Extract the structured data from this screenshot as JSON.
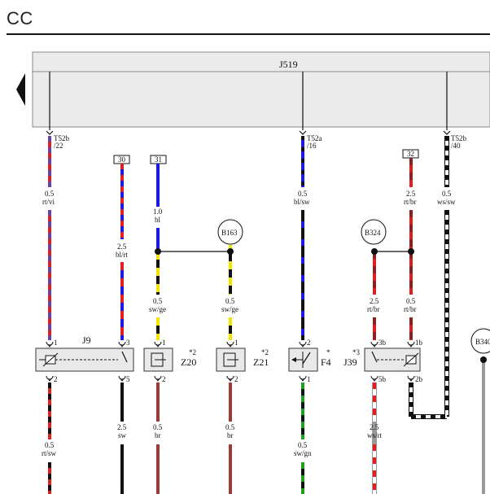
{
  "page": {
    "title": "CC"
  },
  "ecu": {
    "name": "J519"
  },
  "connectors": {
    "c1": {
      "name": "T52b",
      "pin": "/22"
    },
    "c2": {
      "name": "T52a",
      "pin": "/16"
    },
    "c3": {
      "name": "T52b",
      "pin": "/40"
    }
  },
  "terminals": {
    "t30": "30",
    "t31": "31",
    "t32": "32"
  },
  "wires": {
    "w1_top": {
      "size": "0.5",
      "color": "rt/vi",
      "colors": [
        "#e02020",
        "#6a3fb0"
      ]
    },
    "w2_top": {
      "size": "2.5",
      "color": "bl/rt",
      "colors": [
        "#1a1ae0",
        "#e02020"
      ]
    },
    "w3_top": {
      "size": "1.0",
      "color": "bl",
      "colors": [
        "#1a1ae0"
      ]
    },
    "w3_bot": {
      "size": "0.5",
      "color": "sw/ge",
      "colors": [
        "#111111",
        "#f2e600"
      ]
    },
    "w4": {
      "size": "0.5",
      "color": "sw/ge",
      "colors": [
        "#111111",
        "#f2e600"
      ]
    },
    "w5_top": {
      "size": "0.5",
      "color": "bl/sw",
      "colors": [
        "#1a1ae0",
        "#111111"
      ]
    },
    "w6": {
      "size": "2.5",
      "color": "rt/br",
      "colors": [
        "#e02020",
        "#8b2020"
      ]
    },
    "w7_top": {
      "size": "2.5",
      "color": "rt/br",
      "colors": [
        "#e02020",
        "#8b2020"
      ]
    },
    "w7_bot": {
      "size": "0.5",
      "color": "rt/br",
      "colors": [
        "#e02020",
        "#8b2020"
      ]
    },
    "w8": {
      "size": "0.5",
      "color": "ws/sw",
      "colors": [
        "#ffffff",
        "#111111"
      ]
    },
    "b1": {
      "size": "0.5",
      "color": "rt/sw",
      "colors": [
        "#e02020",
        "#111111"
      ]
    },
    "b2": {
      "size": "2.5",
      "color": "sw",
      "colors": [
        "#111111"
      ]
    },
    "b3": {
      "size": "0.5",
      "color": "br",
      "colors": [
        "#9b3a3a"
      ]
    },
    "b4": {
      "size": "0.5",
      "color": "br",
      "colors": [
        "#9b3a3a"
      ]
    },
    "b5": {
      "size": "0.5",
      "color": "sw/gn",
      "colors": [
        "#111111",
        "#1fa01f"
      ]
    },
    "b6": {
      "size": "2.5",
      "color": "ws/rt",
      "colors": [
        "#ffffff",
        "#e02020"
      ]
    },
    "b7": {
      "colors": [
        "#9a9a9a"
      ]
    }
  },
  "grounds": {
    "g1": "B163",
    "g2": "B324",
    "g3": "B340"
  },
  "components": {
    "j9": {
      "name": "J9"
    },
    "z20": {
      "name": "Z20",
      "note": "*2"
    },
    "z21": {
      "name": "Z21",
      "note": "*2"
    },
    "f4": {
      "name": "F4",
      "note": "*"
    },
    "j39": {
      "name": "J39",
      "note": "*3"
    }
  },
  "pins": {
    "j9_1": "1",
    "j9_3": "3",
    "j9_2": "2",
    "j9_5": "5",
    "z20_1": "1",
    "z20_2": "2",
    "z21_1": "1",
    "z21_2": "2",
    "f4_2": "2",
    "f4_1": "1",
    "j39_3b": "3b",
    "j39_1b": "1b",
    "j39_5b": "5b",
    "j39_2b": "2b"
  }
}
